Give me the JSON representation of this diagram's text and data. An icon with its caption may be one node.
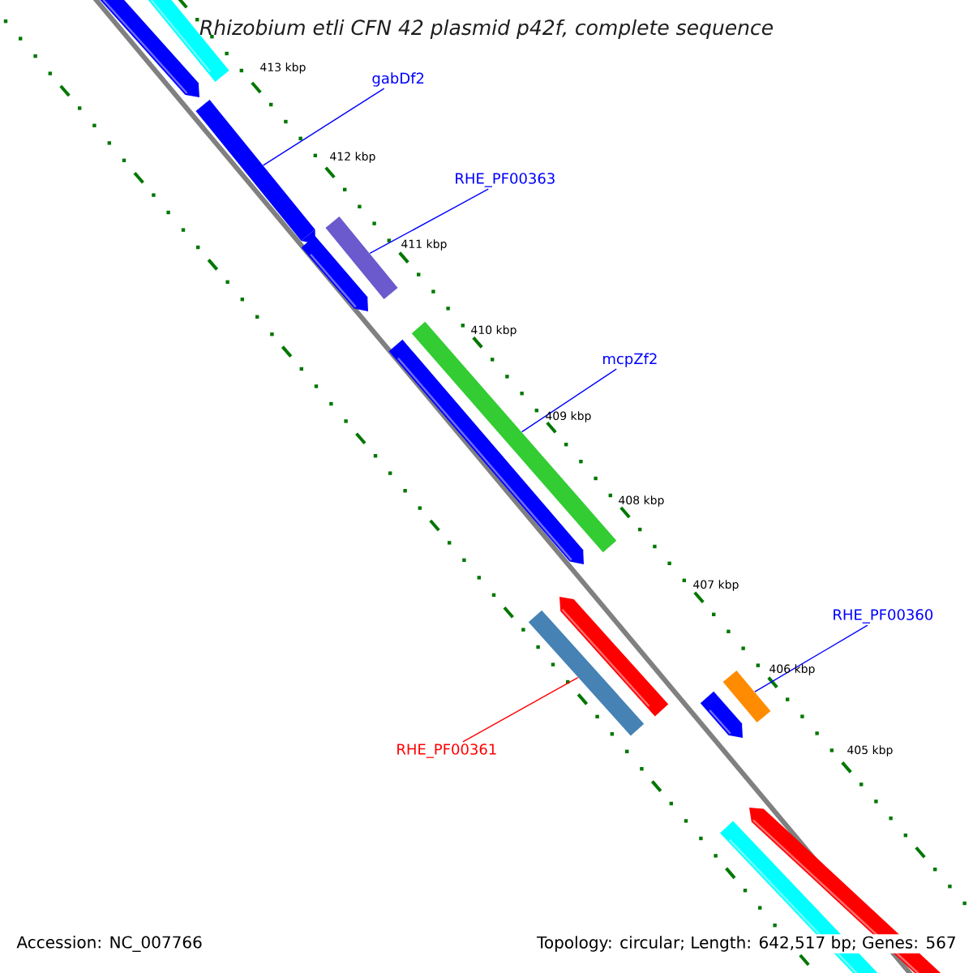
{
  "diagram": {
    "title": "Rhizobium etli CFN 42 plasmid p42f, complete sequence",
    "nodes": [
      {
        "text": [
          "gabDf2"
        ]
      },
      {
        "text": [],
        "shape": "bar"
      },
      {
        "text": [
          "RHE_PF00363"
        ]
      },
      {
        "text": [],
        "shape": "bar"
      },
      {
        "text": [
          "mcpZf2"
        ]
      },
      {
        "text": [],
        "shape": "bar"
      },
      {
        "text": [
          "RHE_PF00360"
        ]
      },
      {
        "text": [],
        "shape": "bar"
      },
      {
        "text": [
          "RHE_PF00361"
        ]
      },
      {
        "text": [],
        "shape": "bar"
      }
    ],
    "edges": [
      {
        "from": 0,
        "to": 1,
        "arrow": "none"
      },
      {
        "from": 2,
        "to": 3,
        "arrow": "none"
      },
      {
        "from": 4,
        "to": 5,
        "arrow": "none"
      },
      {
        "from": 6,
        "to": 7,
        "arrow": "none"
      },
      {
        "from": 8,
        "to": 9,
        "arrow": "none",
        "color": "#ff0000"
      }
    ],
    "labels": [
      "413 kbp",
      "412 kbp",
      "411 kbp",
      "410 kbp",
      "409 kbp",
      "408 kbp",
      "407 kbp",
      "406 kbp",
      "405 kbp",
      "Accession: NC_007766",
      "Topology: circular; Length: 642,517 bp; Genes: 567"
    ]
  }
}
